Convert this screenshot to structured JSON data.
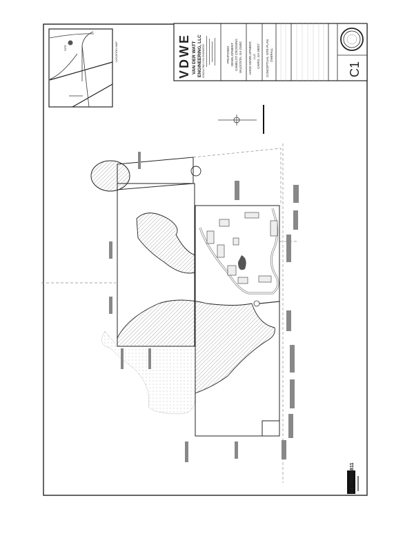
{
  "title_block": {
    "logo": "VDWE",
    "firm": "VAN DER WATT",
    "firm2": "ENGINEERING, LLC",
    "firm_tag": "CONSULTING CIVIL ENGINEERS",
    "project_lines": [
      "PROPOSED",
      "DEVELOPMENT",
      "CAMELOT CROSSING",
      "VALDOSTA, GA 31602"
    ],
    "owner_lines": [
      "HAND DEVELOPMENT,",
      "LLC",
      "CAIRO, GA 39827"
    ],
    "sheet_title_lines": [
      "CONCEPTUAL SITE PLAN",
      "OVERALL"
    ],
    "sheet_number": "C1"
  },
  "location_map": {
    "label": "LOCATION MAP",
    "site_label": "SITE"
  },
  "georgia811": {
    "logo": "GEORGIA811"
  },
  "colors": {
    "ink": "#1a1a1a",
    "hatch": "#9a9a9a",
    "paper": "#ffffff"
  }
}
